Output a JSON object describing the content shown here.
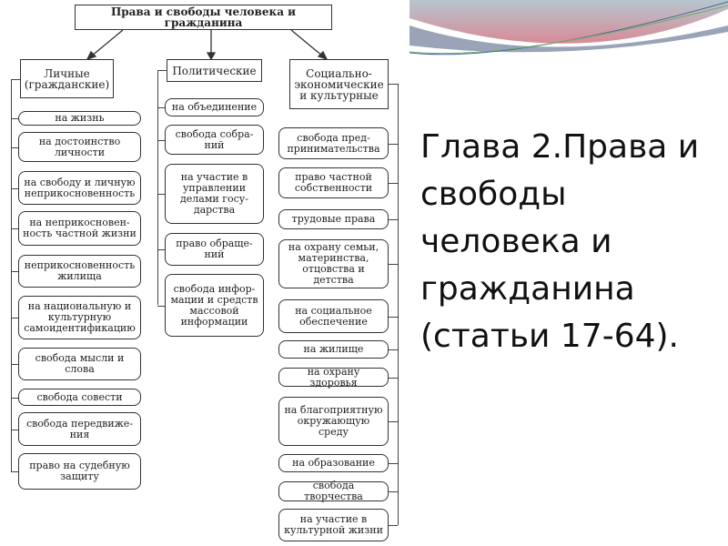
{
  "title": "Права и свободы человека и гражданина",
  "categories": [
    "Личные (гражданские)",
    "Политические",
    "Социально-экономические и культурные"
  ],
  "personal": [
    "на жизнь",
    "на достоинство личности",
    "на свободу и личную неприкосновенность",
    "на неприкосновен-ность частной жизни",
    "неприкосновенность жилища",
    "на национальную и культурную самоидентификацию",
    "свобода мысли и слова",
    "свобода совести",
    "свобода передвиже-ния",
    "право на судебную защиту"
  ],
  "political": [
    "на объединение",
    "свобода собра-ний",
    "на участие в управлении делами госу-дарства",
    "право обраще-ний",
    "свобода инфор-мации и средств массовой информации"
  ],
  "social": [
    "свобода пред-принимательства",
    "право частной собственности",
    "трудовые права",
    "на охрану семьи, материнства, отцовства и детства",
    "на социальное обеспечение",
    "на жилище",
    "на охрану здоровья",
    "на благоприятную окружающую среду",
    "на образование",
    "свобода творчества",
    "на участие в культурной жизни"
  ],
  "side_text": "Глава 2.Права и свободы человека и гражданина (статьи 17-64)."
}
